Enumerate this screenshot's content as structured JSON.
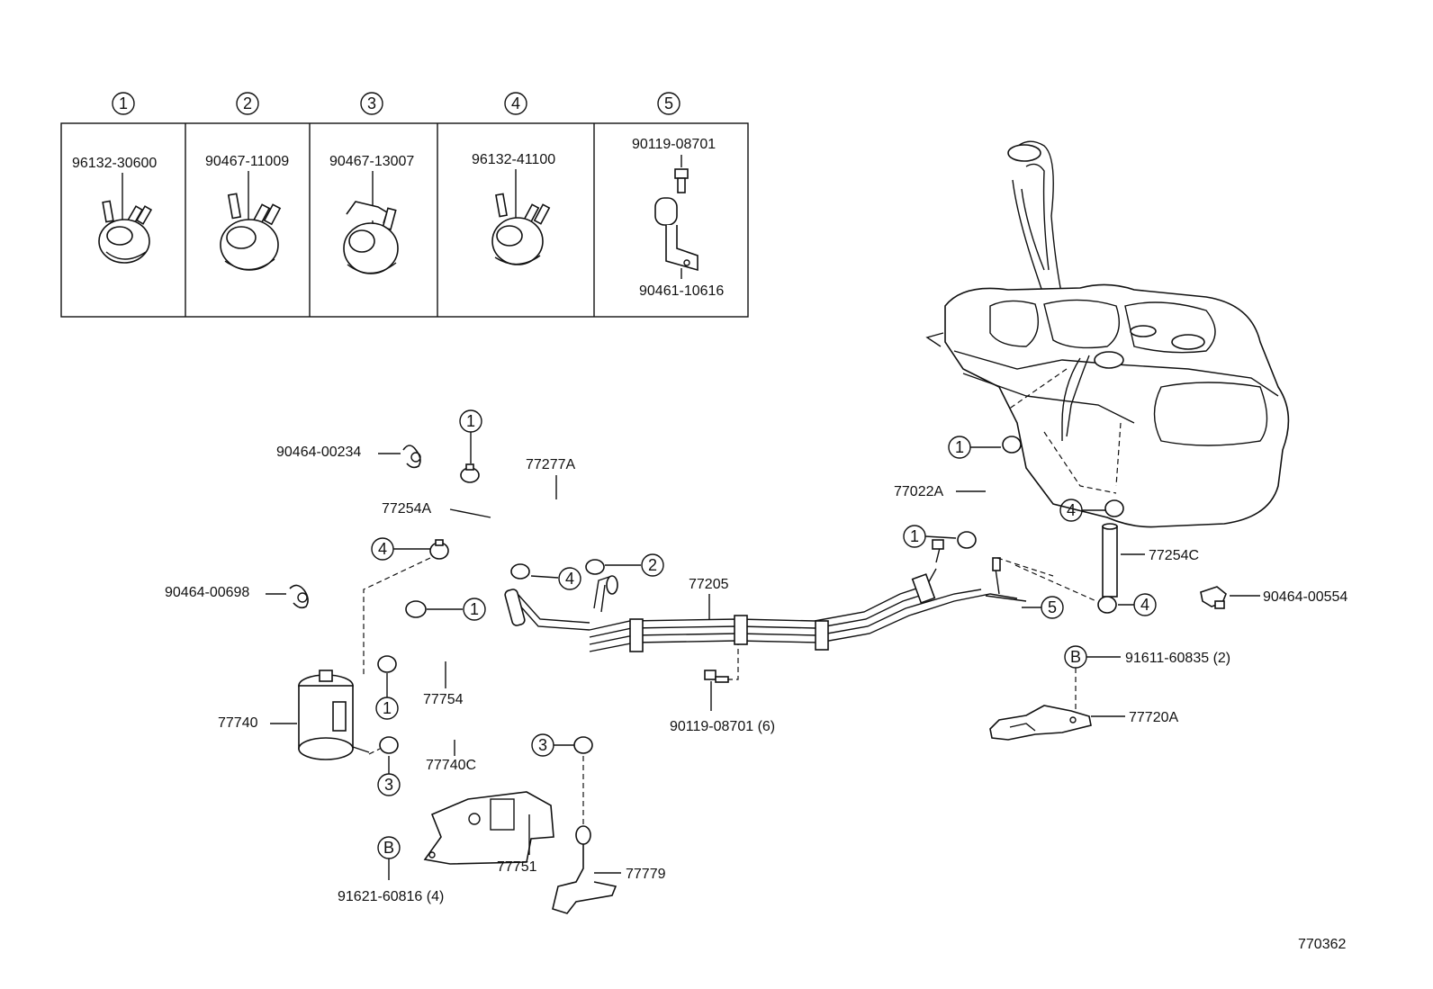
{
  "legend": {
    "cells": [
      {
        "num": "1",
        "part": "96132-30600"
      },
      {
        "num": "2",
        "part": "90467-11009"
      },
      {
        "num": "3",
        "part": "90467-13007"
      },
      {
        "num": "4",
        "part": "96132-41100"
      },
      {
        "num": "5",
        "part_top": "90119-08701",
        "part_bottom": "90461-10616"
      }
    ]
  },
  "labels": {
    "p90464_00234": "90464-00234",
    "p77277A": "77277A",
    "p77254A": "77254A",
    "p90464_00698": "90464-00698",
    "p77754": "77754",
    "p77740": "77740",
    "p77740C": "77740C",
    "p77751": "77751",
    "p91621_60816": "91621-60816 (4)",
    "p77779": "77779",
    "p77205": "77205",
    "p90119_08701_6": "90119-08701 (6)",
    "p77022A": "77022A",
    "p77254C": "77254C",
    "p90464_00554": "90464-00554",
    "p91611_60835": "91611-60835 (2)",
    "p77720A": "77720A",
    "diagram_id": "770362"
  },
  "callouts": {
    "c1": "1",
    "c2": "2",
    "c3": "3",
    "c4": "4",
    "c5": "5",
    "cB": "B"
  }
}
